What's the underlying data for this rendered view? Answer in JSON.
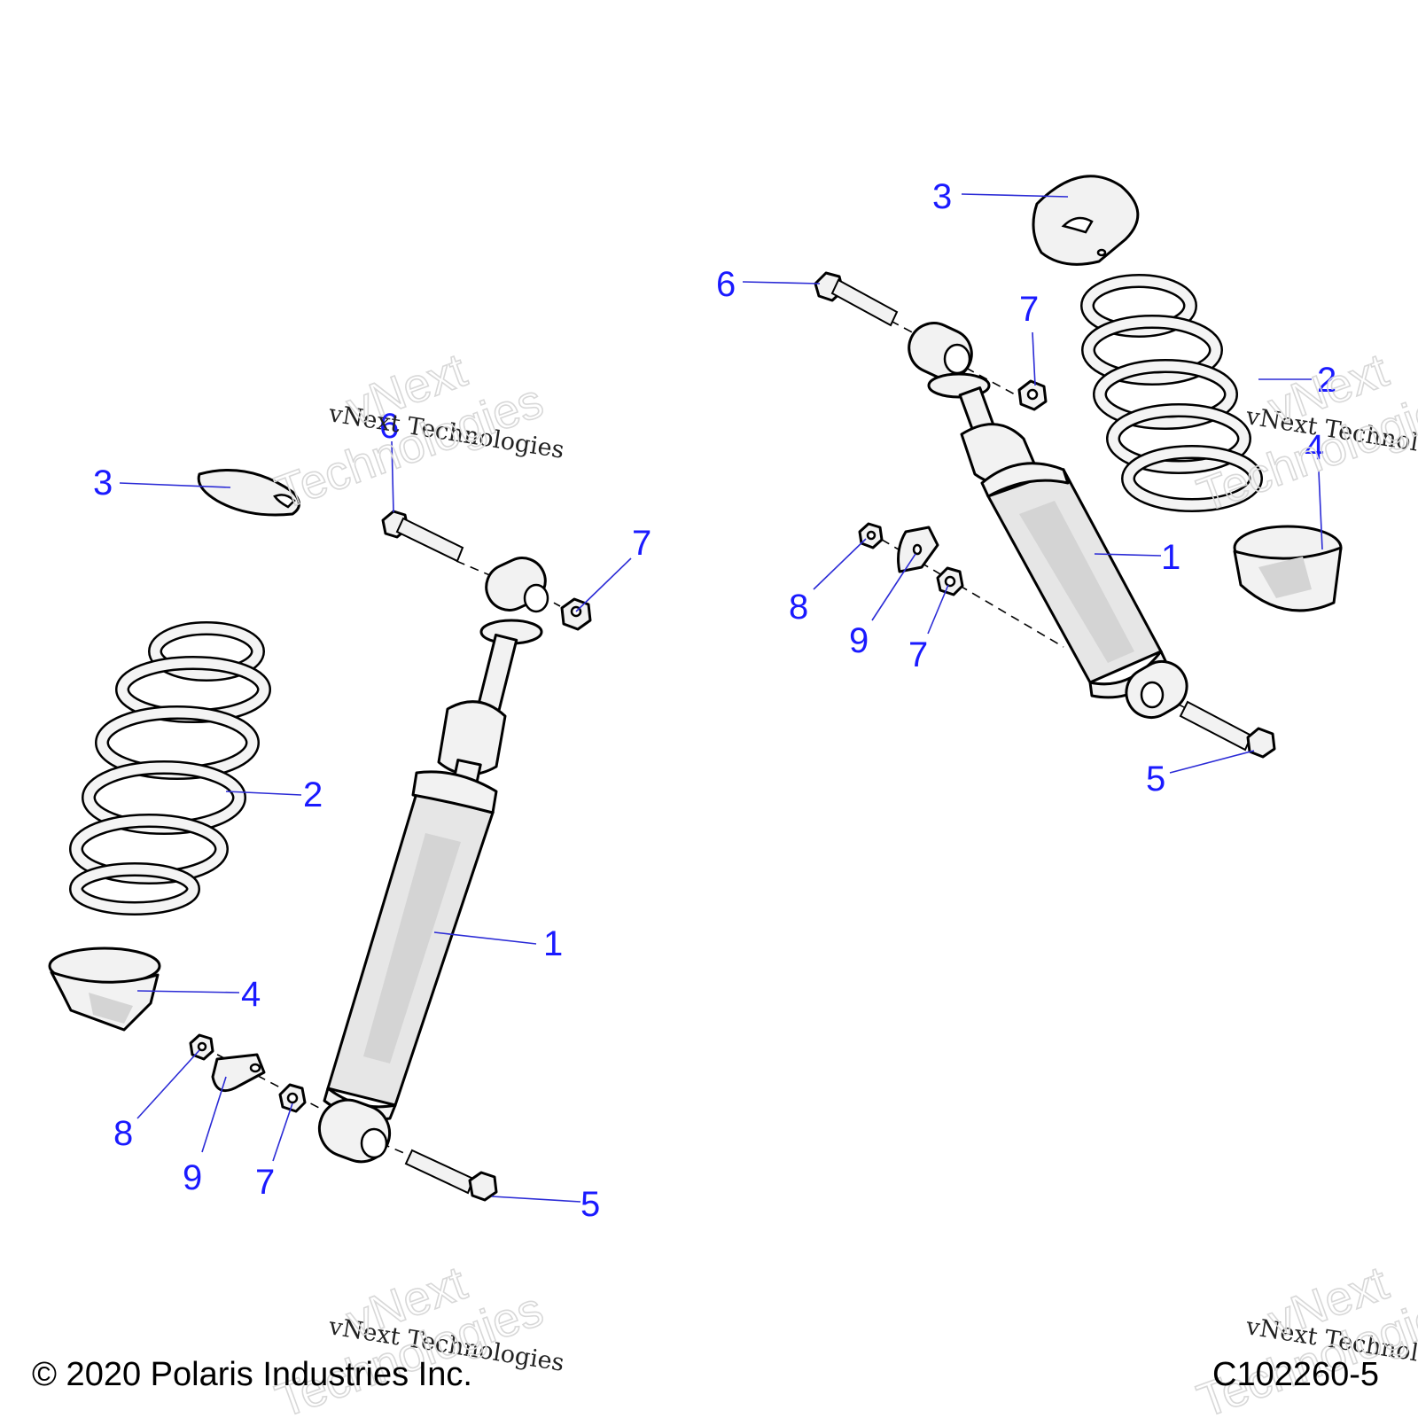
{
  "callouts": {
    "left": {
      "c1": "1",
      "c2": "2",
      "c3": "3",
      "c4": "4",
      "c5": "5",
      "c6": "6",
      "c7a": "7",
      "c7b": "7",
      "c8": "8",
      "c9": "9"
    },
    "right": {
      "c1": "1",
      "c2": "2",
      "c3": "3",
      "c4": "4",
      "c5": "5",
      "c6": "6",
      "c7a": "7",
      "c7b": "7",
      "c8": "8",
      "c9": "9"
    }
  },
  "watermark": {
    "line_small": "vNext Technologies",
    "big_1": "vNext",
    "big_2": "Technologies"
  },
  "footer": {
    "copyright": "© 2020 Polaris Industries Inc.",
    "figure_id": "C102260-5"
  }
}
